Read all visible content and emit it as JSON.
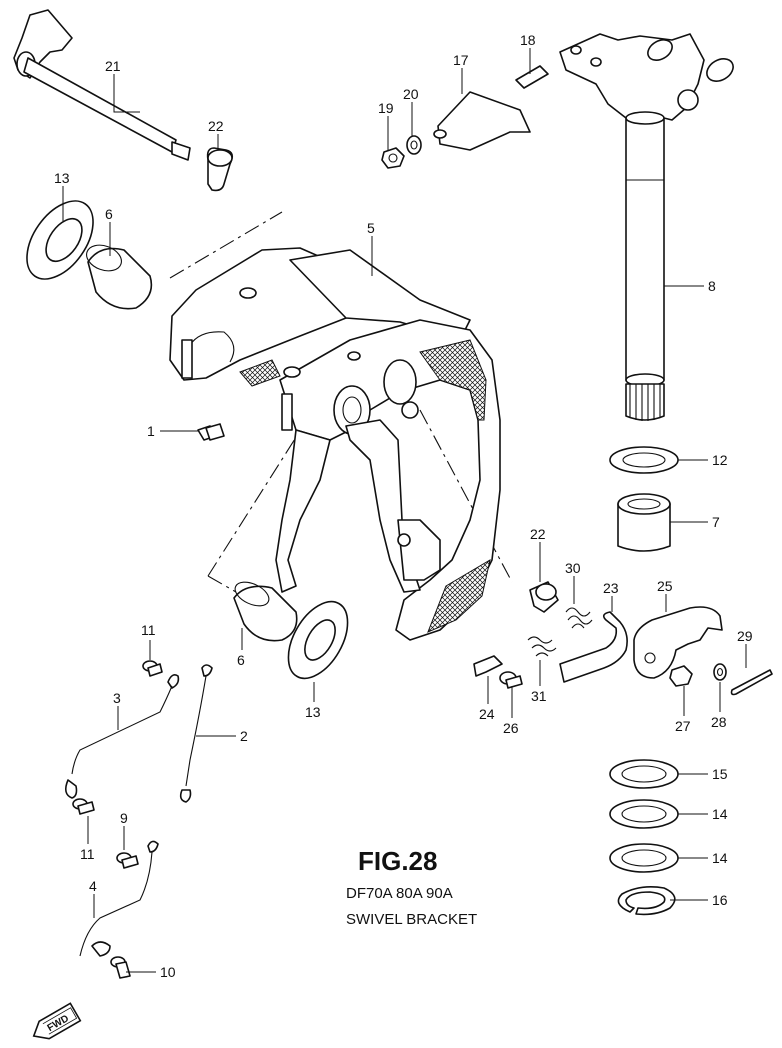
{
  "figure": {
    "title": "FIG.28",
    "model": "DF70A 80A 90A",
    "name": "SWIVEL BRACKET"
  },
  "direction_arrow": {
    "text": "FWD",
    "icon": "fwd-arrow-icon"
  },
  "callouts": [
    {
      "id": "21",
      "text": "21"
    },
    {
      "id": "22a",
      "text": "22"
    },
    {
      "id": "13a",
      "text": "13"
    },
    {
      "id": "6a",
      "text": "6"
    },
    {
      "id": "5",
      "text": "5"
    },
    {
      "id": "17",
      "text": "17"
    },
    {
      "id": "18",
      "text": "18"
    },
    {
      "id": "19",
      "text": "19"
    },
    {
      "id": "20",
      "text": "20"
    },
    {
      "id": "8",
      "text": "8"
    },
    {
      "id": "12",
      "text": "12"
    },
    {
      "id": "7",
      "text": "7"
    },
    {
      "id": "1",
      "text": "1"
    },
    {
      "id": "22b",
      "text": "22"
    },
    {
      "id": "30",
      "text": "30"
    },
    {
      "id": "23",
      "text": "23"
    },
    {
      "id": "25",
      "text": "25"
    },
    {
      "id": "29",
      "text": "29"
    },
    {
      "id": "24",
      "text": "24"
    },
    {
      "id": "26",
      "text": "26"
    },
    {
      "id": "31",
      "text": "31"
    },
    {
      "id": "27",
      "text": "27"
    },
    {
      "id": "28",
      "text": "28"
    },
    {
      "id": "6b",
      "text": "6"
    },
    {
      "id": "13b",
      "text": "13"
    },
    {
      "id": "11a",
      "text": "11"
    },
    {
      "id": "3",
      "text": "3"
    },
    {
      "id": "2",
      "text": "2"
    },
    {
      "id": "11b",
      "text": "11"
    },
    {
      "id": "9",
      "text": "9"
    },
    {
      "id": "4",
      "text": "4"
    },
    {
      "id": "10",
      "text": "10"
    },
    {
      "id": "15",
      "text": "15"
    },
    {
      "id": "14a",
      "text": "14"
    },
    {
      "id": "14b",
      "text": "14"
    },
    {
      "id": "16",
      "text": "16"
    }
  ]
}
